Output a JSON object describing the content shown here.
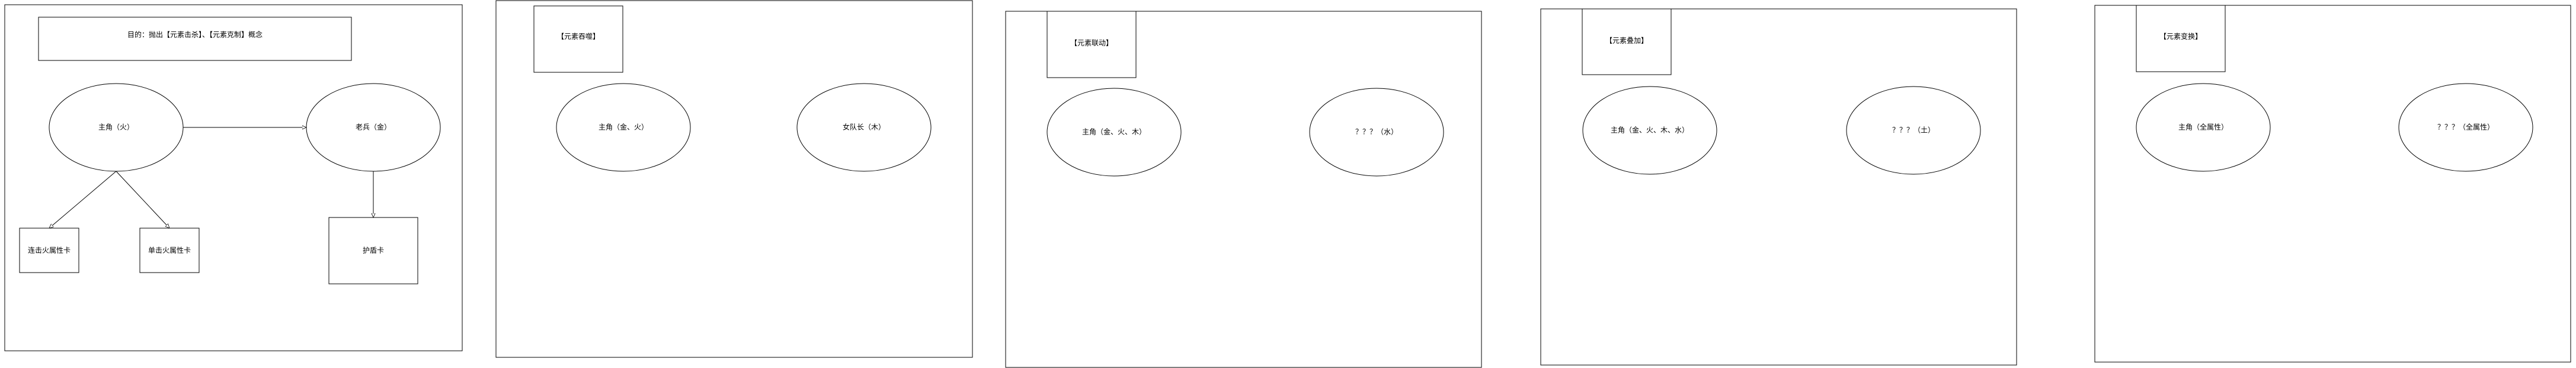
{
  "panel1": {
    "goal_text": "目的：抛出【元素击杀】、【元素克制】概念",
    "protagonist": "主角（火）",
    "enemy": "老兵（金）",
    "card_a": "连击火属性卡",
    "card_b": "单击火属性卡",
    "card_c": "护盾卡"
  },
  "panel2": {
    "tag": "【元素吞噬】",
    "protagonist": "主角（金、火）",
    "enemy": "女队长（木）"
  },
  "panel3": {
    "tag": "【元素联动】",
    "protagonist": "主角（金、火、木）",
    "enemy": "？？？（水）"
  },
  "panel4": {
    "tag": "【元素叠加】",
    "protagonist": "主角（金、火、木、水）",
    "enemy": "？？？（土）"
  },
  "panel5": {
    "tag": "【元素变换】",
    "protagonist": "主角（全属性）",
    "enemy": "？？？（全属性）"
  }
}
